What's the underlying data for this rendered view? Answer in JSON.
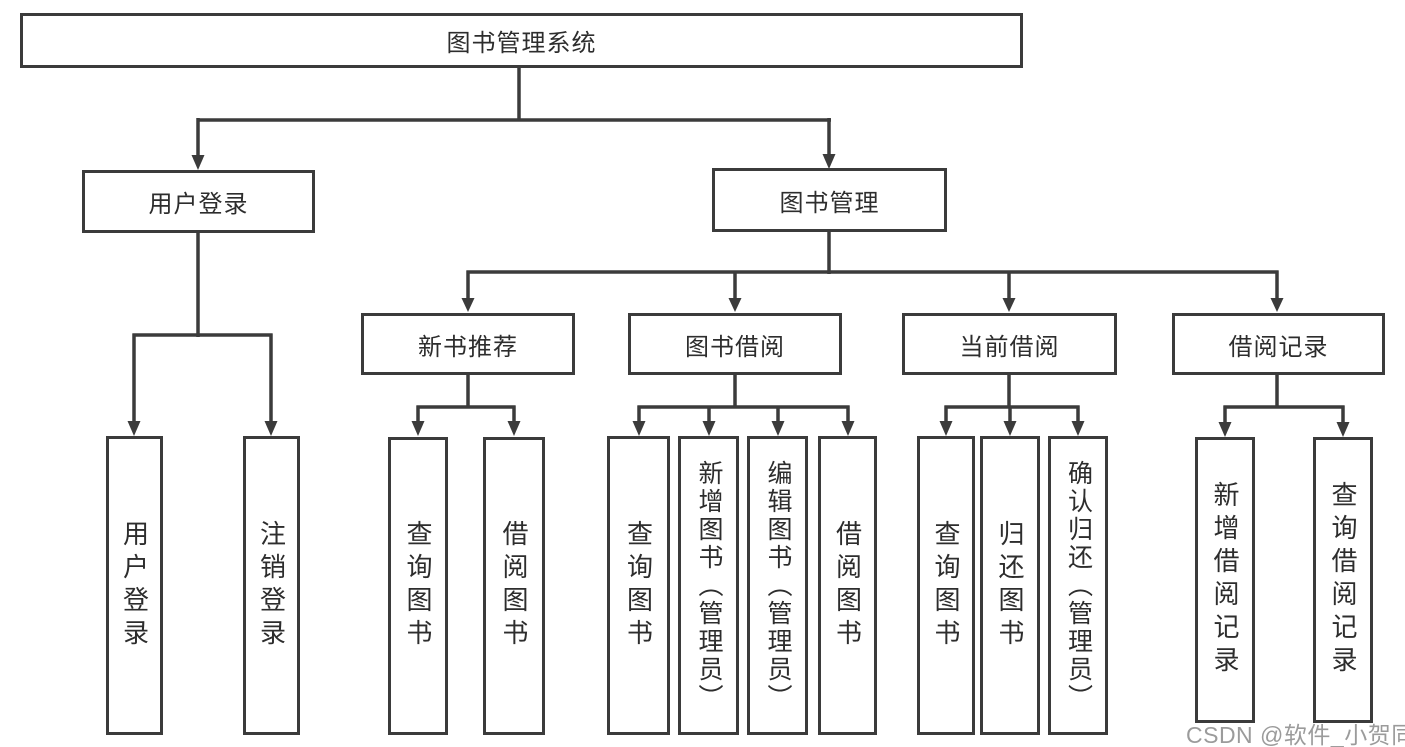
{
  "tree": {
    "root": {
      "label": "图书管理系统"
    },
    "branches": [
      {
        "label": "用户登录",
        "children": [
          {
            "label": "用户登录"
          },
          {
            "label": "注销登录"
          }
        ]
      },
      {
        "label": "图书管理",
        "children": [
          {
            "label": "新书推荐",
            "children": [
              {
                "label": "查询图书"
              },
              {
                "label": "借阅图书"
              }
            ]
          },
          {
            "label": "图书借阅",
            "children": [
              {
                "label": "查询图书"
              },
              {
                "label": "新增图书（管理员）"
              },
              {
                "label": "编辑图书（管理员）"
              },
              {
                "label": "借阅图书"
              }
            ]
          },
          {
            "label": "当前借阅",
            "children": [
              {
                "label": "查询图书"
              },
              {
                "label": "归还图书"
              },
              {
                "label": "确认归还（管理员）"
              }
            ]
          },
          {
            "label": "借阅记录",
            "children": [
              {
                "label": "新增借阅记录"
              },
              {
                "label": "查询借阅记录"
              }
            ]
          }
        ]
      }
    ]
  },
  "watermark": {
    "text": "CSDN @软件_小贺同学"
  },
  "colors": {
    "line": "#3b3b3b",
    "text": "#2d2d2d",
    "background": "#ffffff",
    "watermark": "#9b9b9b"
  }
}
